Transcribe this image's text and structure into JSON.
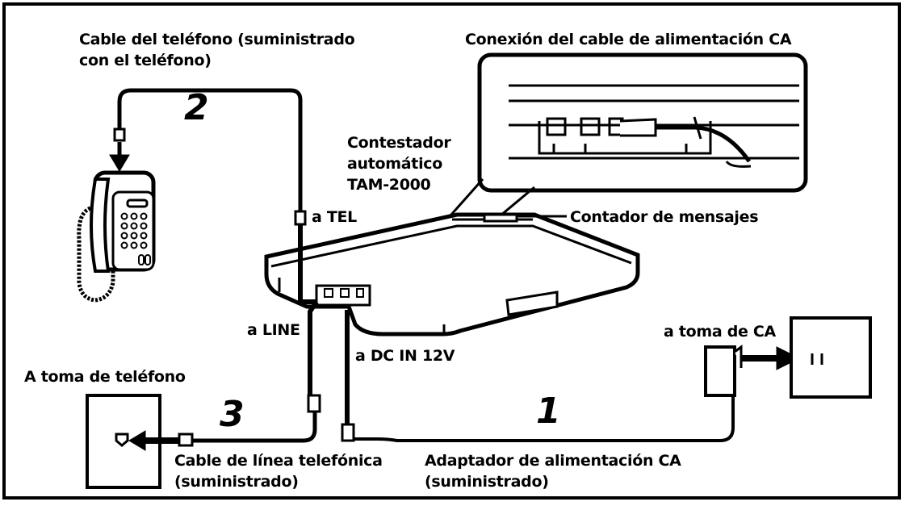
{
  "labels": {
    "phone_cable_line1": "Cable del teléfono (suministrado",
    "phone_cable_line2": "con el teléfono)",
    "power_connection_title": "Conexión del cable de alimentación CA",
    "device_line1": "Contestador",
    "device_line2": "automático",
    "device_line3": "TAM-2000",
    "to_tel": "a TEL",
    "message_counter": "Contador de mensajes",
    "to_line": "a LINE",
    "to_dc_in": "a DC IN 12V",
    "to_ac_outlet": "a toma de CA",
    "to_phone_jack": "A toma de teléfono",
    "line_cable_line1": "Cable de línea telefónica",
    "line_cable_line2": "(suministrado)",
    "adapter_line1": "Adaptador de alimentación CA",
    "adapter_line2": "(suministrado)"
  },
  "steps": {
    "one": "1",
    "two": "2",
    "three": "3"
  }
}
